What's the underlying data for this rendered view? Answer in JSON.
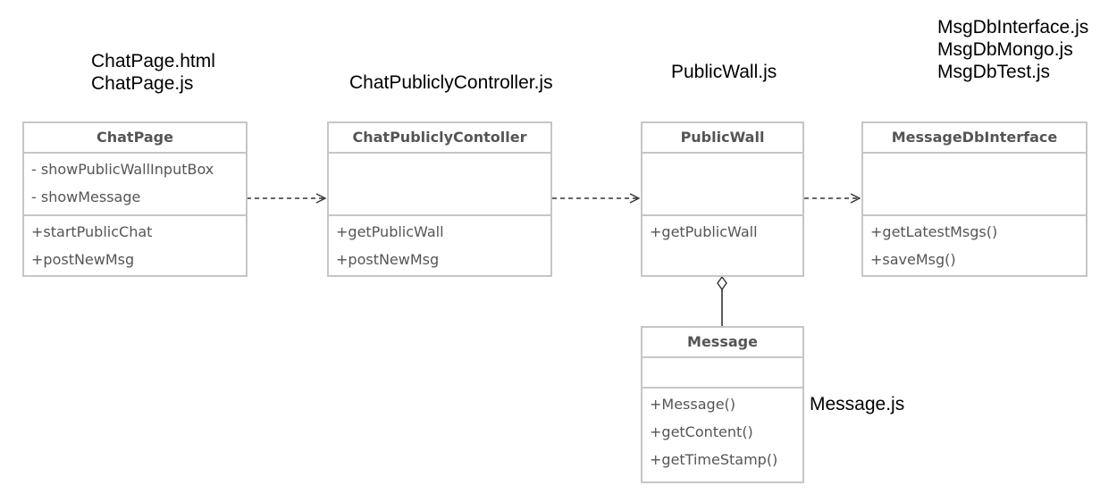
{
  "file_labels": {
    "chatpage": [
      "ChatPage.html",
      "ChatPage.js"
    ],
    "controller": [
      "ChatPubliclyController.js"
    ],
    "publicwall": [
      "PublicWall.js"
    ],
    "msgdb": [
      "MsgDbInterface.js",
      "MsgDbMongo.js",
      "MsgDbTest.js"
    ],
    "message": [
      "Message.js"
    ]
  },
  "classes": {
    "chatpage": {
      "name": "ChatPage",
      "attributes": [
        "- showPublicWallInputBox",
        "- showMessage"
      ],
      "methods": [
        "+startPublicChat",
        "+postNewMsg"
      ]
    },
    "controller": {
      "name": "ChatPubliclyContoller",
      "attributes": [],
      "methods": [
        "+getPublicWall",
        "+postNewMsg"
      ]
    },
    "publicwall": {
      "name": "PublicWall",
      "attributes": [],
      "methods": [
        "+getPublicWall"
      ]
    },
    "msgdb": {
      "name": "MessageDbInterface",
      "attributes": [],
      "methods": [
        "+getLatestMsgs()",
        "+saveMsg()"
      ]
    },
    "message": {
      "name": "Message",
      "attributes": [],
      "methods": [
        "+Message()",
        "+getContent()",
        "+getTimeStamp()"
      ]
    }
  },
  "colors": {
    "border": "#c6c6c6",
    "text": "#555555",
    "line": "#333333"
  }
}
